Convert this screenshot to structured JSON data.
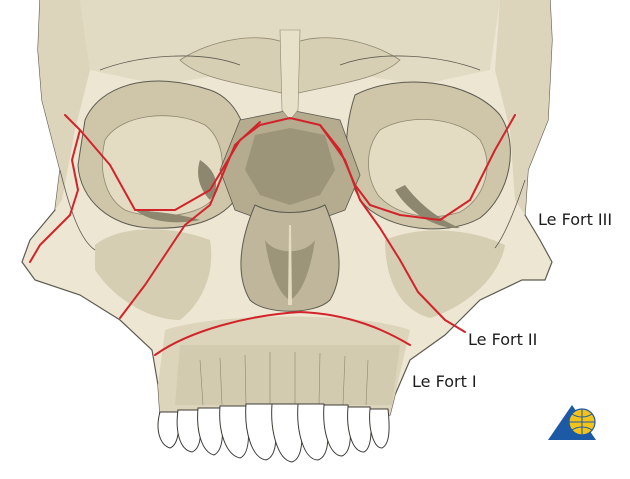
{
  "labels": {
    "le_fort_iii": "Le Fort III",
    "le_fort_ii": "Le Fort II",
    "le_fort_i": "Le Fort I"
  },
  "colors": {
    "bone_light": "#ece6d2",
    "bone_mid": "#d7cfb4",
    "bone_shadow": "#b5ac90",
    "bone_dark": "#8e8770",
    "fracture_line": "#d2232a",
    "outline": "#5d5a50",
    "teeth": "#ffffff",
    "logo_blue": "#1d5aa6",
    "logo_yellow": "#f2c318"
  },
  "icons": {
    "logo": "globe-triangle-logo"
  }
}
